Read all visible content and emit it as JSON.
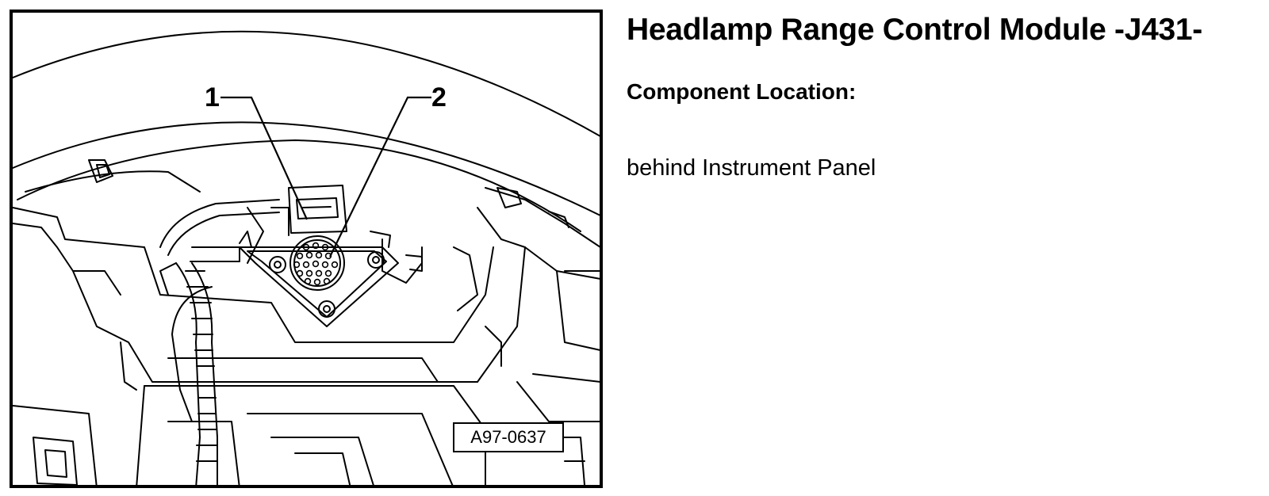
{
  "heading": {
    "title": "Headlamp Range Control Module -J431-",
    "subtitle": "Component Location:",
    "location": "behind Instrument Panel"
  },
  "figure": {
    "reference_code": "A97-0637",
    "callouts": [
      "1",
      "2"
    ]
  }
}
